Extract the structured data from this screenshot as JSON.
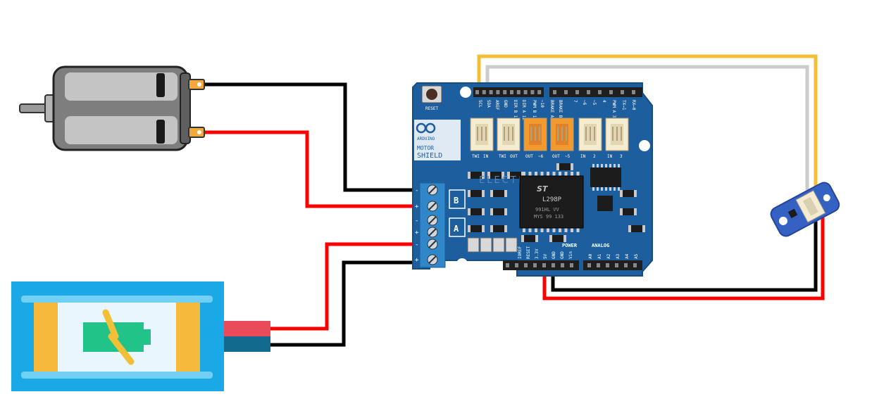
{
  "colors": {
    "background": "#ffffff",
    "wire_black": "#000000",
    "wire_red": "#ff0000",
    "wire_yellow": "#f2c037",
    "wire_gray": "#cccccc",
    "board_blue": "#1d5f9e",
    "header_black": "#1f1f1f",
    "connector_cream": "#f4ecd0",
    "connector_orange": "#f29a2e",
    "terminal_blue": "#2f86c9",
    "battery_frame": "#1aa9e6",
    "battery_inner": "#eaf6fd",
    "battery_band": "#f7b93b",
    "battery_symbol_green": "#22c389",
    "battery_bolt": "#f2c037",
    "motor_body": "#7e7e7e",
    "sensor_blue": "#3561c3"
  },
  "shield": {
    "reset_label": "RESET",
    "brand": "ARDUINO",
    "title_line1": "MOTOR",
    "title_line2": "SHIELD",
    "watermark": "ELECTRONICS",
    "chip_main": "L298P",
    "chip_code1": "991HL VV",
    "chip_code2": "MYS 99 133",
    "top_pins": [
      "SCL",
      "SDA",
      "AREF",
      "GND",
      "DIR B 13",
      "DIR A 12",
      "PWM B 11",
      "~10",
      "BRAKE A 9",
      "BRAKE B 8",
      "7",
      "~6",
      "~5",
      "4",
      "PWM A 3",
      "TX→1",
      "RX←0"
    ],
    "conn_labels": [
      "TWI",
      "IN",
      "TWI",
      "OUT",
      "OUT",
      "~6",
      "OUT",
      "~5",
      "IN",
      "2",
      "IN",
      "3"
    ],
    "terminal_labels": [
      "-",
      "+",
      "-",
      "+",
      "-",
      "+"
    ],
    "terminal_side_labels": [
      "B",
      "A"
    ],
    "power_group": "POWER",
    "power_pins": [
      "IOREF",
      "RESET",
      "3.3V",
      "5V",
      "GND",
      "GND",
      "Vin"
    ],
    "analog_group": "ANALOG",
    "analog_pins": [
      "A0",
      "A1",
      "A2",
      "A3",
      "A4",
      "A5"
    ]
  }
}
